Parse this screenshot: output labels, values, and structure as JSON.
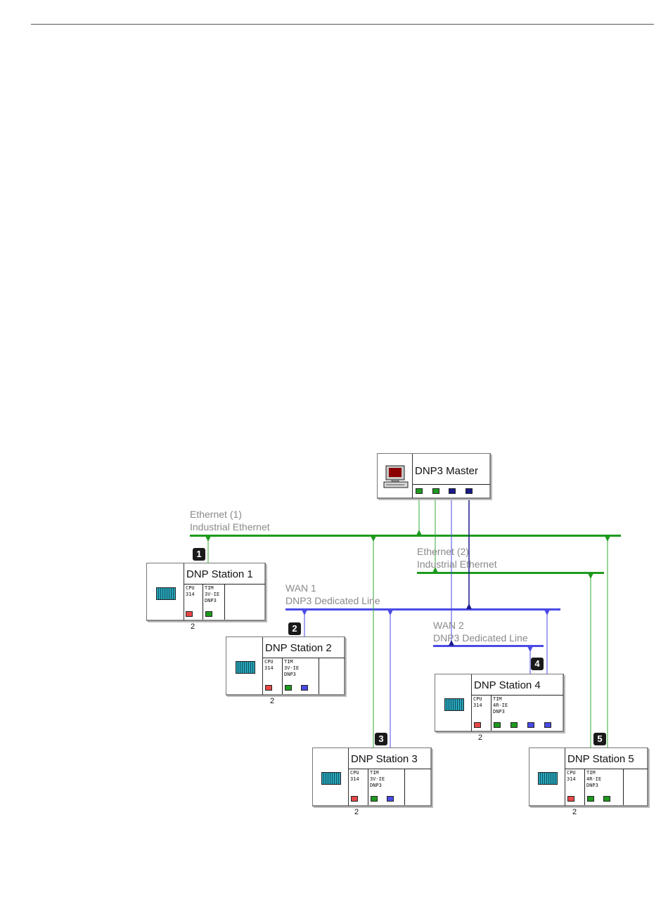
{
  "networks": {
    "ethernet1": {
      "name": "Ethernet (1)",
      "type": "Industrial Ethernet",
      "color": "#1e9a1e"
    },
    "ethernet2": {
      "name": "Ethernet (2)",
      "type": "Industrial Ethernet",
      "color": "#1e9a1e"
    },
    "wan1": {
      "name": "WAN 1",
      "type": "DNP3 Dedicated Line",
      "color": "#4a4ae6"
    },
    "wan2": {
      "name": "WAN 2",
      "type": "DNP3 Dedicated Line",
      "color": "#4a4ae6"
    }
  },
  "master": {
    "title": "DNP3 Master",
    "ports": [
      "green",
      "green",
      "navy",
      "navy"
    ]
  },
  "stations": [
    {
      "title": "DNP Station 1",
      "cpu": "CPU\n314",
      "tim": "TIM\n3V-IE\nDNP3",
      "rack": "2",
      "badge": "1",
      "tim_ports": [
        "green"
      ]
    },
    {
      "title": "DNP Station 2",
      "cpu": "CPU\n314",
      "tim": "TIM\n3V-IE\nDNP3",
      "rack": "2",
      "badge": "2",
      "tim_ports": [
        "green",
        "blue"
      ]
    },
    {
      "title": "DNP Station 3",
      "cpu": "CPU\n314",
      "tim": "TIM\n3V-IE\nDNP3",
      "rack": "2",
      "badge": "3",
      "tim_ports": [
        "green",
        "blue"
      ]
    },
    {
      "title": "DNP Station 4",
      "cpu": "CPU\n314",
      "tim": "TIM\n4R-IE\nDNP3",
      "rack": "2",
      "badge": "4",
      "tim_ports": [
        "green",
        "green",
        "blue",
        "blue"
      ]
    },
    {
      "title": "DNP Station 5",
      "cpu": "CPU\n314",
      "tim": "TIM\n4R-IE\nDNP3",
      "rack": "2",
      "badge": "5",
      "tim_ports": [
        "green",
        "green"
      ]
    }
  ],
  "colors": {
    "green": "#1e9a1e",
    "blue": "#4a4ae6",
    "navy": "#1a1a8c",
    "red": "#e84848",
    "line_green": "#33aa33"
  }
}
